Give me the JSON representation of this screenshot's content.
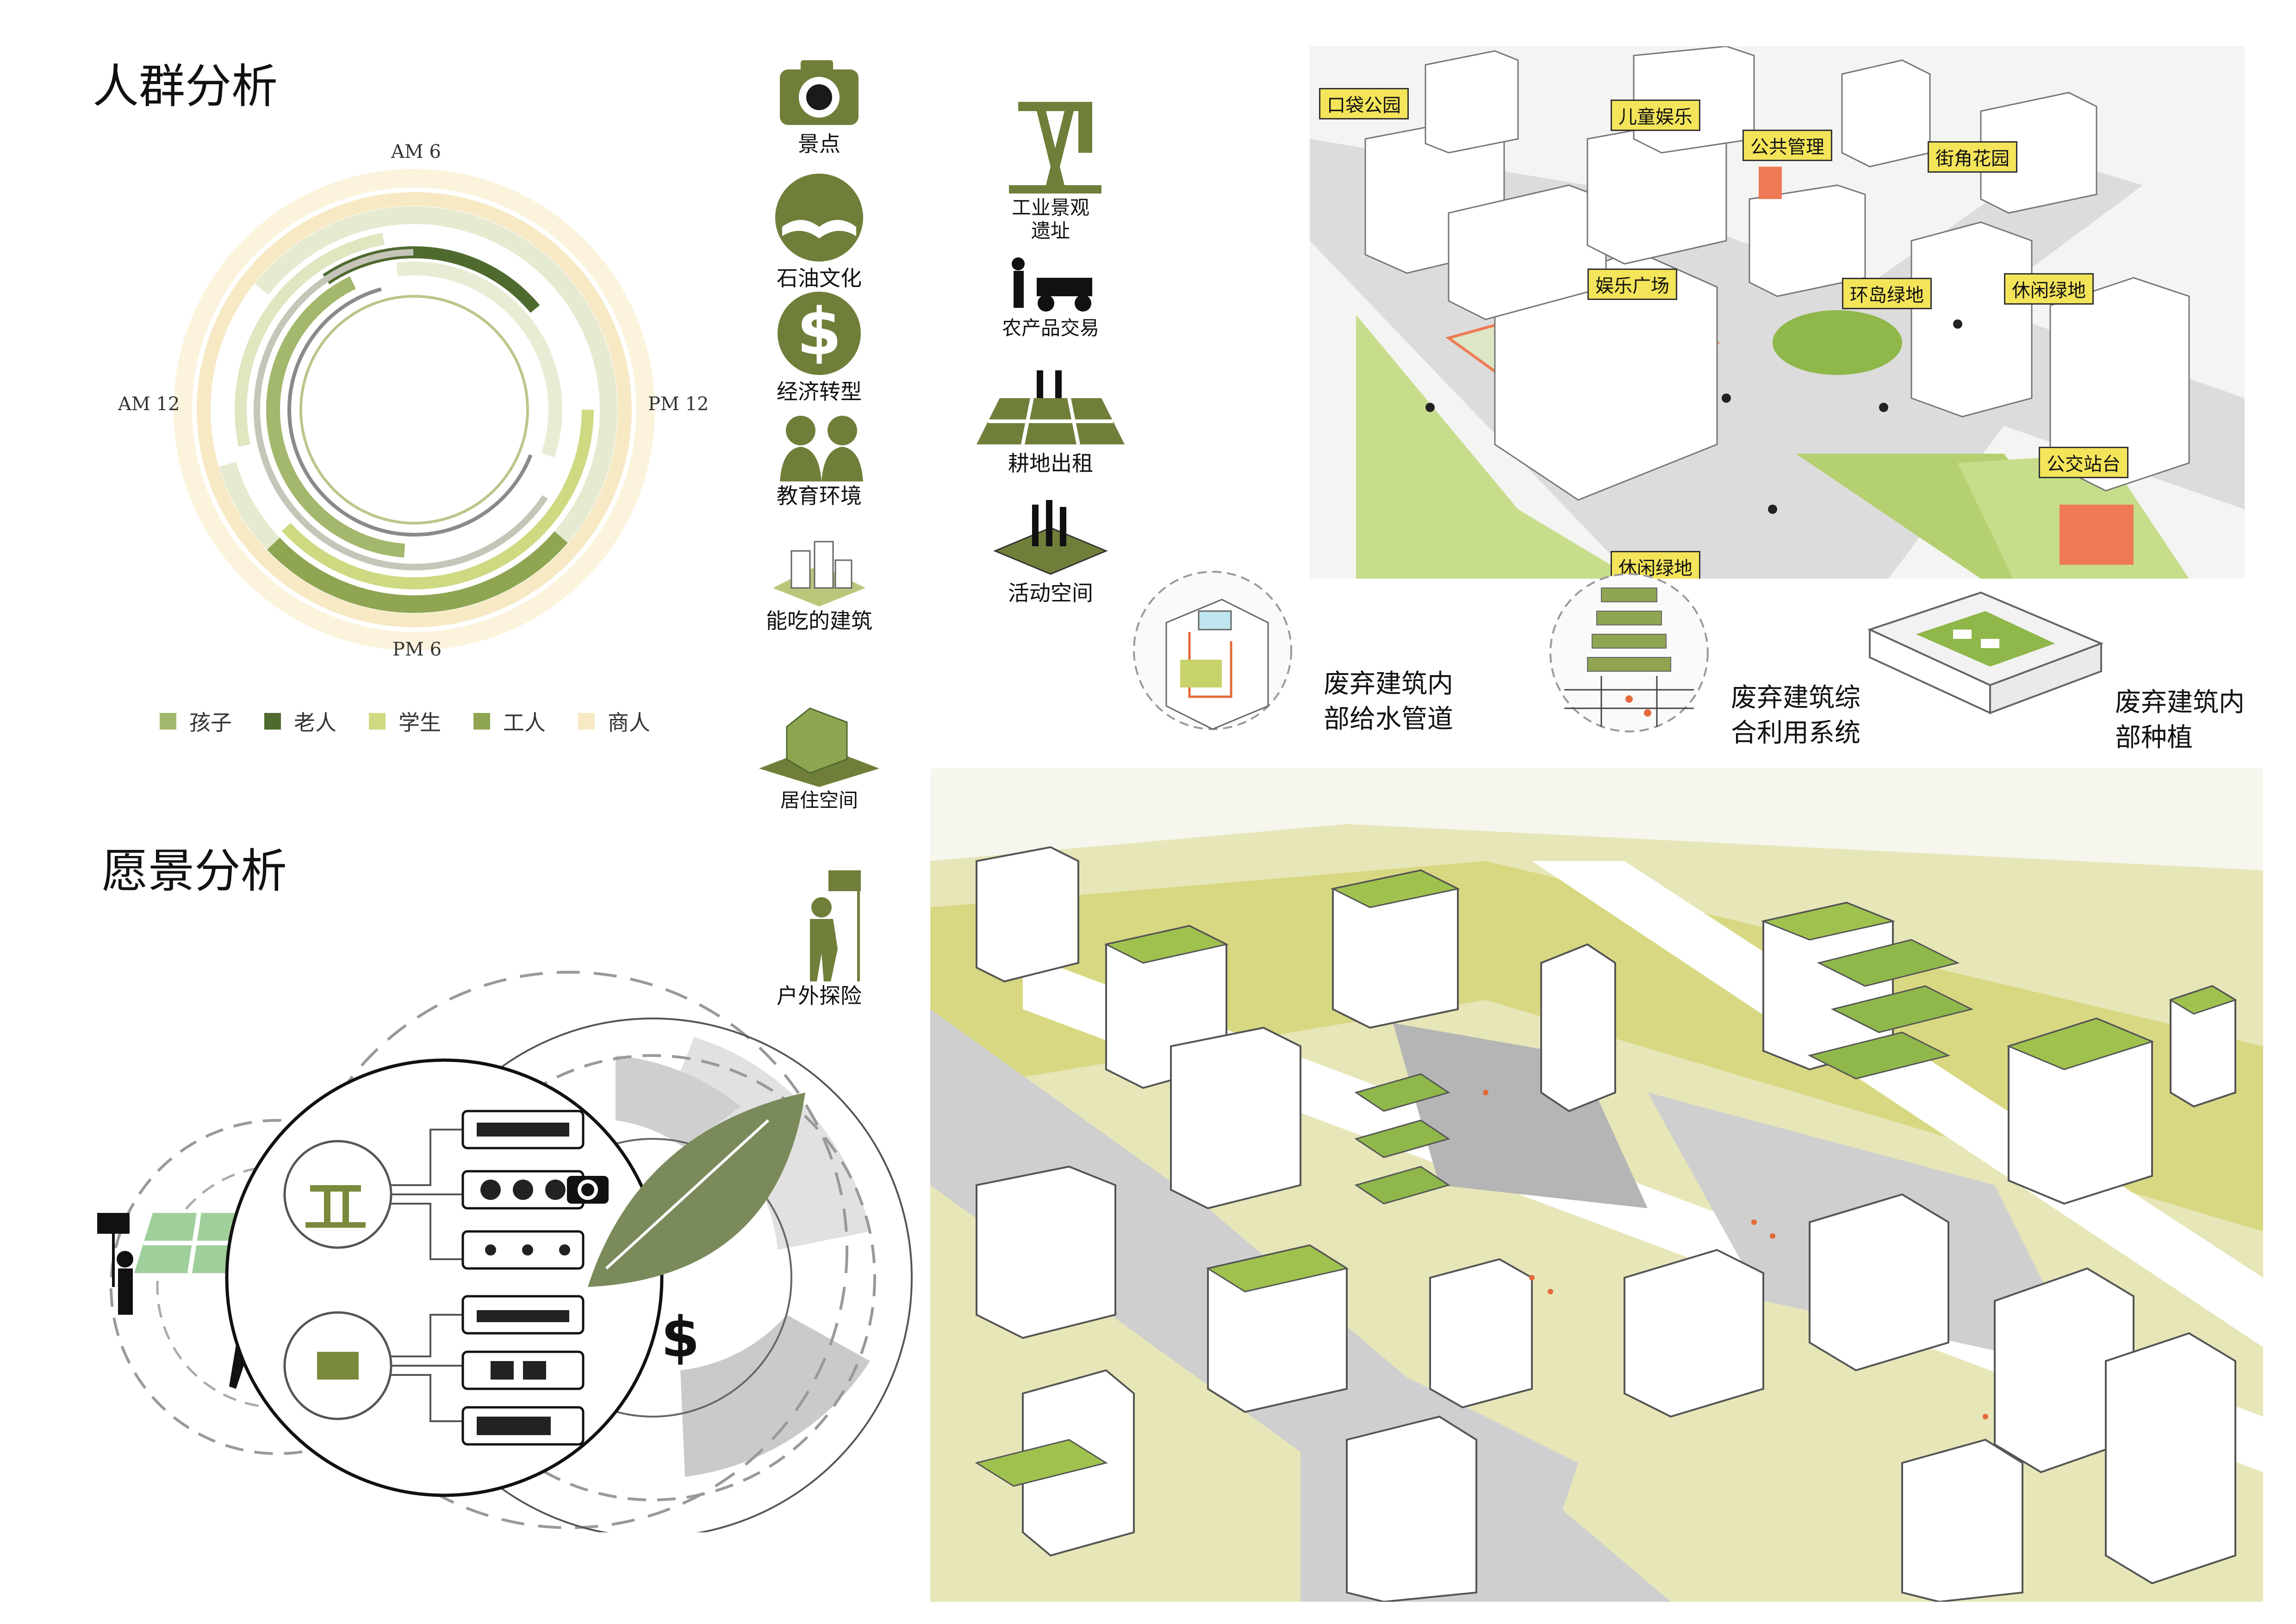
{
  "sections": {
    "crowd_title": "人群分析",
    "vision_title": "愿景分析"
  },
  "ring_chart": {
    "time_labels": {
      "top": "AM 6",
      "right": "PM 12",
      "bottom": "PM 6",
      "left": "AM 12"
    },
    "legend": [
      {
        "label": "孩子",
        "color": "#a3b86c"
      },
      {
        "label": "老人",
        "color": "#4e6a2e"
      },
      {
        "label": "学生",
        "color": "#cfd982"
      },
      {
        "label": "工人",
        "color": "#8fa552"
      },
      {
        "label": "商人",
        "color": "#f6e9c4"
      }
    ]
  },
  "icon_legend": {
    "left_column": [
      {
        "label": "景点",
        "icon": "camera-icon"
      },
      {
        "label": "石油文化",
        "icon": "open-book-icon"
      },
      {
        "label": "经济转型",
        "icon": "dollar-icon"
      },
      {
        "label": "教育环境",
        "icon": "people-silhouette-icon"
      },
      {
        "label": "能吃的建筑",
        "icon": "green-building-icon"
      },
      {
        "label": "居住空间",
        "icon": "house-icon"
      },
      {
        "label": "户外探险",
        "icon": "hiker-with-flag-icon"
      }
    ],
    "right_column": [
      {
        "label": "工业景观\n遗址",
        "icon": "oil-pump-icon"
      },
      {
        "label": "农产品交易",
        "icon": "market-cart-icon"
      },
      {
        "label": "耕地出租",
        "icon": "farmland-grid-icon"
      },
      {
        "label": "活动空间",
        "icon": "activity-platform-icon"
      }
    ]
  },
  "street_view_callouts": [
    "口袋公园",
    "儿童娱乐",
    "公共管理",
    "街角花园",
    "娱乐广场",
    "环岛绿地",
    "休闲绿地",
    "公交站台",
    "休闲绿地"
  ],
  "detail_labels": [
    "废弃建筑内\n部给水管道",
    "废弃建筑综\n合利用系统",
    "废弃建筑内\n部种植"
  ],
  "colors": {
    "olive_dark": "#6f7f3a",
    "olive": "#8fa552",
    "lime": "#c8d26a",
    "ground_yellow": "#d8d882",
    "road_grey": "#cfcfcf",
    "callout_yellow": "#f3e45a"
  }
}
